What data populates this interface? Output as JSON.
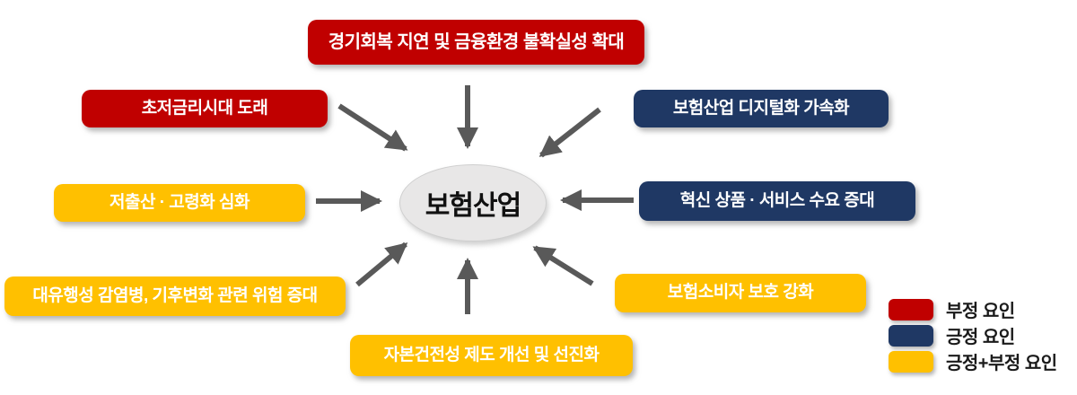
{
  "center": {
    "label": "보험산업"
  },
  "colors": {
    "negative": "#C00000",
    "positive": "#1F3864",
    "mixed": "#FFC000",
    "arrow": "#595959",
    "center_fill": "#E8E7E7"
  },
  "factors": [
    {
      "label": "경기회복 지연 및 금융환경 불확실성 확대",
      "type": "negative",
      "position": "top"
    },
    {
      "label": "초저금리시대 도래",
      "type": "negative",
      "position": "upper-left"
    },
    {
      "label": "보험산업 디지털화 가속화",
      "type": "positive",
      "position": "upper-right"
    },
    {
      "label": "저출산 · 고령화 심화",
      "type": "mixed",
      "position": "left"
    },
    {
      "label": "혁신 상품 · 서비스 수요 증대",
      "type": "positive",
      "position": "right"
    },
    {
      "label": "대유행성 감염병, 기후변화 관련 위험 증대",
      "type": "mixed",
      "position": "lower-left"
    },
    {
      "label": "보험소비자 보호 강화",
      "type": "mixed",
      "position": "lower-right"
    },
    {
      "label": "자본건전성 제도 개선 및 선진화",
      "type": "mixed",
      "position": "bottom"
    }
  ],
  "legend": [
    {
      "label": "부정 요인",
      "type": "negative"
    },
    {
      "label": "긍정 요인",
      "type": "positive"
    },
    {
      "label": "긍정+부정 요인",
      "type": "mixed"
    }
  ]
}
